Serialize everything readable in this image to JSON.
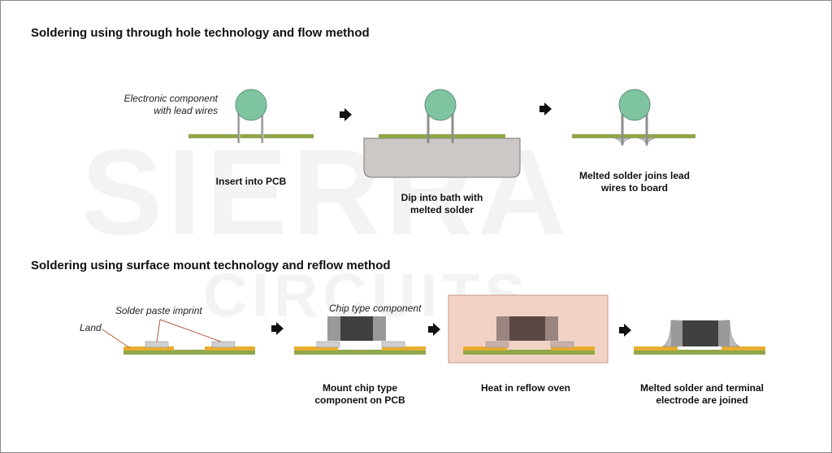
{
  "watermark": {
    "line1": "SIERRA",
    "line2": "CIRCUITS"
  },
  "through_hole": {
    "heading": "Soldering using through hole technology and flow method",
    "component_note": [
      "Electronic component",
      "with lead wires"
    ],
    "steps": [
      {
        "caption": "Insert into PCB"
      },
      {
        "caption": "Dip into bath with melted solder"
      },
      {
        "caption": "Melted solder joins lead wires to board"
      }
    ]
  },
  "surface_mount": {
    "heading": "Soldering using surface mount technology and reflow method",
    "land_note": "Land",
    "paste_note": "Solder paste imprint",
    "chip_note": "Chip type component",
    "steps": [
      {
        "caption": "Mount chip type component on PCB"
      },
      {
        "caption": "Heat in reflow oven"
      },
      {
        "caption": "Melted solder and terminal electrode are joined"
      }
    ]
  },
  "colors": {
    "board": "#8fa74a",
    "component": "#7fc4a0",
    "solder_bath": "#cdc8c6",
    "oven": "#f3d2c6",
    "land": "#e8ad2e",
    "chip_body": "#404040",
    "chip_terminal": "#999999"
  }
}
